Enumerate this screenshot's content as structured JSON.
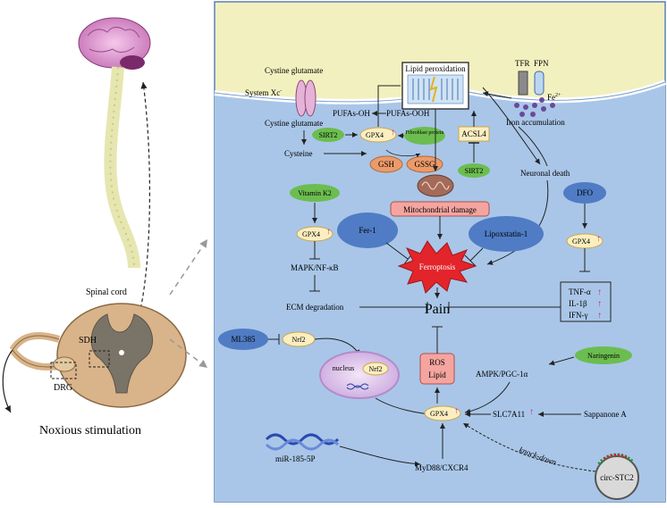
{
  "left_panel": {
    "spinal_cord_label": "Spinal cord",
    "sdh_label": "SDH",
    "drg_label": "DRG",
    "noxious_label": "Noxious stimulation"
  },
  "membrane": {
    "system_xc_label": "System Xc",
    "system_xc_superscript": "-",
    "cystine_glutamate_top": "Cystine glutamate",
    "cystine_glutamate_bottom": "Cystine glutamate",
    "tfr_label": "TFR",
    "fpn_label": "FPN",
    "fe_label": "Fe",
    "fe_superscript": "2+",
    "iron_accumulation_label": "Iron accumulation"
  },
  "nodes": {
    "lipid_peroxidation": "Lipid peroxidation",
    "pufas_oh": "PUFAs-OH",
    "pufas_ooh": "PUFAs-OOH",
    "sirt2_left": "SIRT2",
    "gpx4_top": "GPX4",
    "fibroblast_protein": "Fibroblast protein",
    "cysteine": "Cysteine",
    "gsh": "GSH",
    "gssg": "GSSG",
    "acsl4": "ACSL4",
    "sirt2_right": "SIRT2",
    "neuronal_death": "Neuronal death",
    "vitamin_k2": "Vitamin K2",
    "gpx4_left": "GPX4",
    "mapk_nfkb": "MAPK/NF-κB",
    "ecm_degradation": "ECM degradation",
    "fer1": "Fer-1",
    "mitochondrial_damage": "Mitochondrial damage",
    "lipostatin": "Lipoxstatin-1",
    "dfo": "DFO",
    "gpx4_right": "GPX4",
    "ferroptosis": "Ferroptosis",
    "pain": "Pain",
    "tnf": "TNF-α",
    "il1b": "IL-1β",
    "ifn": "IFN-γ",
    "ml385": "ML385",
    "nrf2": "Nrf2",
    "nucleus": "nucleus",
    "nrf2_nucleus": "Nrf2",
    "ros": "ROS",
    "lipid": "Lipid",
    "naringenin": "Naringenin",
    "ampk": "AMPK/PGC-1α",
    "gpx4_bottom": "GPX4",
    "slc7a11": "SLC7A11",
    "sapponone": "Sappanone A",
    "mir": "miR-185-5P",
    "myd88": "MyD88/CXCR4",
    "knockdown": "knock-down",
    "circ_stc2": "circ-STC2"
  },
  "colors": {
    "cell_blue": "#a9c6e8",
    "outside_yellow": "#f2f0bf",
    "sirt2_green": "#6cbd4f",
    "drug_blue": "#4f7cc4",
    "gpx4_fill": "#fbeec0",
    "gsh_orange": "#ec9a6a",
    "ferroptosis_red": "#e3242b",
    "up_arrow": "#d01aa0"
  }
}
